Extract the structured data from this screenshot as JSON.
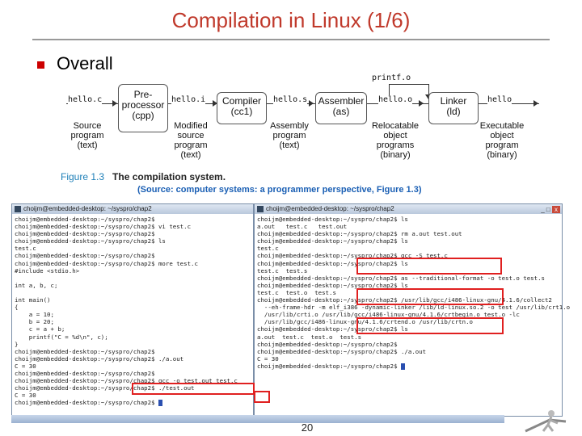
{
  "slide": {
    "title": "Compilation in Linux (1/6)",
    "bullet": "Overall",
    "page_number": "20",
    "source": "(Source: computer systems: a programmer perspective, Figure 1.3)"
  },
  "figure": {
    "caption_num": "Figure 1.3",
    "caption_text": "The compilation system.",
    "printf_file": "printf.o",
    "files": [
      "hello.c",
      "hello.i",
      "hello.s",
      "hello.o",
      "hello"
    ],
    "stages": [
      {
        "name": "Pre-\nprocessor",
        "tool": "(cpp)"
      },
      {
        "name": "Compiler",
        "tool": "(cc1)"
      },
      {
        "name": "Assembler",
        "tool": "(as)"
      },
      {
        "name": "Linker",
        "tool": "(ld)"
      }
    ],
    "labels": [
      "Source\nprogram\n(text)",
      "Modified\nsource\nprogram\n(text)",
      "Assembly\nprogram\n(text)",
      "Relocatable\nobject\nprograms\n(binary)",
      "Executable\nobject\nprogram\n(binary)"
    ]
  },
  "term_left": {
    "title": "choijm@embedded-desktop: ~/syspro/chap2",
    "lines": [
      "choijm@embedded-desktop:~/syspro/chap2$",
      "choijm@embedded-desktop:~/syspro/chap2$ vi test.c",
      "choijm@embedded-desktop:~/syspro/chap2$",
      "choijm@embedded-desktop:~/syspro/chap2$ ls",
      "test.c",
      "choijm@embedded-desktop:~/syspro/chap2$",
      "choijm@embedded-desktop:~/syspro/chap2$ more test.c",
      "#include <stdio.h>",
      "",
      "int a, b, c;",
      "",
      "int main()",
      "{",
      "    a = 10;",
      "    b = 20;",
      "    c = a + b;",
      "    printf(\"C = %d\\n\", c);",
      "}",
      "choijm@embedded-desktop:~/syspro/chap2$",
      "choijm@embedded-desktop:~/syspro/chap2$ ./a.out",
      "C = 30",
      "choijm@embedded-desktop:~/syspro/chap2$",
      "choijm@embedded-desktop:~/syspro/chap2$ gcc -o test.out test.c",
      "choijm@embedded-desktop:~/syspro/chap2$ ./test.out",
      "C = 30",
      "choijm@embedded-desktop:~/syspro/chap2$"
    ]
  },
  "term_right": {
    "title": "choijm@embedded-desktop: ~/syspro/chap2",
    "lines": [
      "choijm@embedded-desktop:~/syspro/chap2$ ls",
      "a.out   test.c   test.out",
      "choijm@embedded-desktop:~/syspro/chap2$ rm a.out test.out",
      "choijm@embedded-desktop:~/syspro/chap2$ ls",
      "test.c",
      "choijm@embedded-desktop:~/syspro/chap2$ gcc -S test.c",
      "choijm@embedded-desktop:~/syspro/chap2$ ls",
      "test.c  test.s",
      "choijm@embedded-desktop:~/syspro/chap2$ as --traditional-format -o test.o test.s",
      "choijm@embedded-desktop:~/syspro/chap2$ ls",
      "test.c  test.o  test.s",
      "choijm@embedded-desktop:~/syspro/chap2$ /usr/lib/gcc/i486-linux-gnu/4.1.6/collect2",
      "  --eh-frame-hdr -m elf_i386 -dynamic-linker /lib/ld-linux.so.2 -o test /usr/lib/crt1.o",
      "  /usr/lib/crti.o /usr/lib/gcc/i486-linux-gnu/4.1.6/crtbegin.o test.o -lc",
      "  /usr/lib/gcc/i486-linux-gnu/4.1.6/crtend.o /usr/lib/crtn.o",
      "choijm@embedded-desktop:~/syspro/chap2$ ls",
      "a.out  test.c  test.o  test.s",
      "choijm@embedded-desktop:~/syspro/chap2$",
      "choijm@embedded-desktop:~/syspro/chap2$ ./a.out",
      "C = 30",
      "choijm@embedded-desktop:~/syspro/chap2$"
    ]
  },
  "window_buttons": {
    "min": "_",
    "max": "□",
    "close": "x"
  }
}
